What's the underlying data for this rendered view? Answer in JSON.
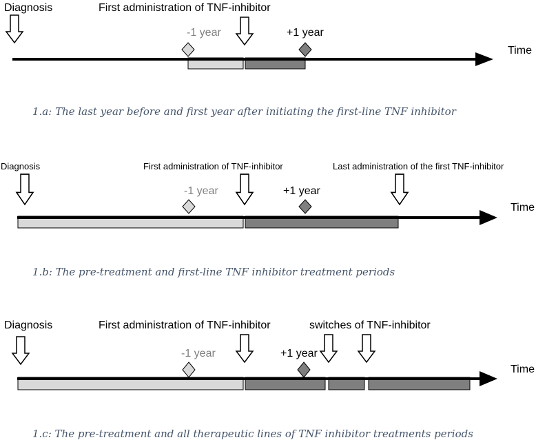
{
  "panel_a": {
    "diagnosis": "Diagnosis",
    "first_admin": "First administration of TNF-inhibitor",
    "minus_year": "-1 year",
    "plus_year": "+1 year",
    "time": "Time",
    "caption": "1.a: The last year before and first year after initiating the first-line TNF inhibitor"
  },
  "panel_b": {
    "diagnosis": "Diagnosis",
    "first_admin": "First administration of TNF-inhibitor",
    "last_admin": "Last administration of the first TNF-inhibitor",
    "minus_year": "-1 year",
    "plus_year": "+1 year",
    "time": "Time",
    "caption": "1.b: The pre-treatment and first-line TNF inhibitor treatment periods"
  },
  "panel_c": {
    "diagnosis": "Diagnosis",
    "first_admin": "First administration of TNF-inhibitor",
    "switches": "switches of TNF-inhibitor",
    "minus_year": "-1 year",
    "plus_year": "+1 year",
    "time": "Time",
    "caption": "1.c: The pre-treatment and all therapeutic lines of TNF inhibitor treatments periods"
  },
  "colors": {
    "light_bar": "#d9d9d9",
    "dark_bar": "#7f7f7f",
    "caption": "#44546a",
    "grey_text": "#808080"
  }
}
